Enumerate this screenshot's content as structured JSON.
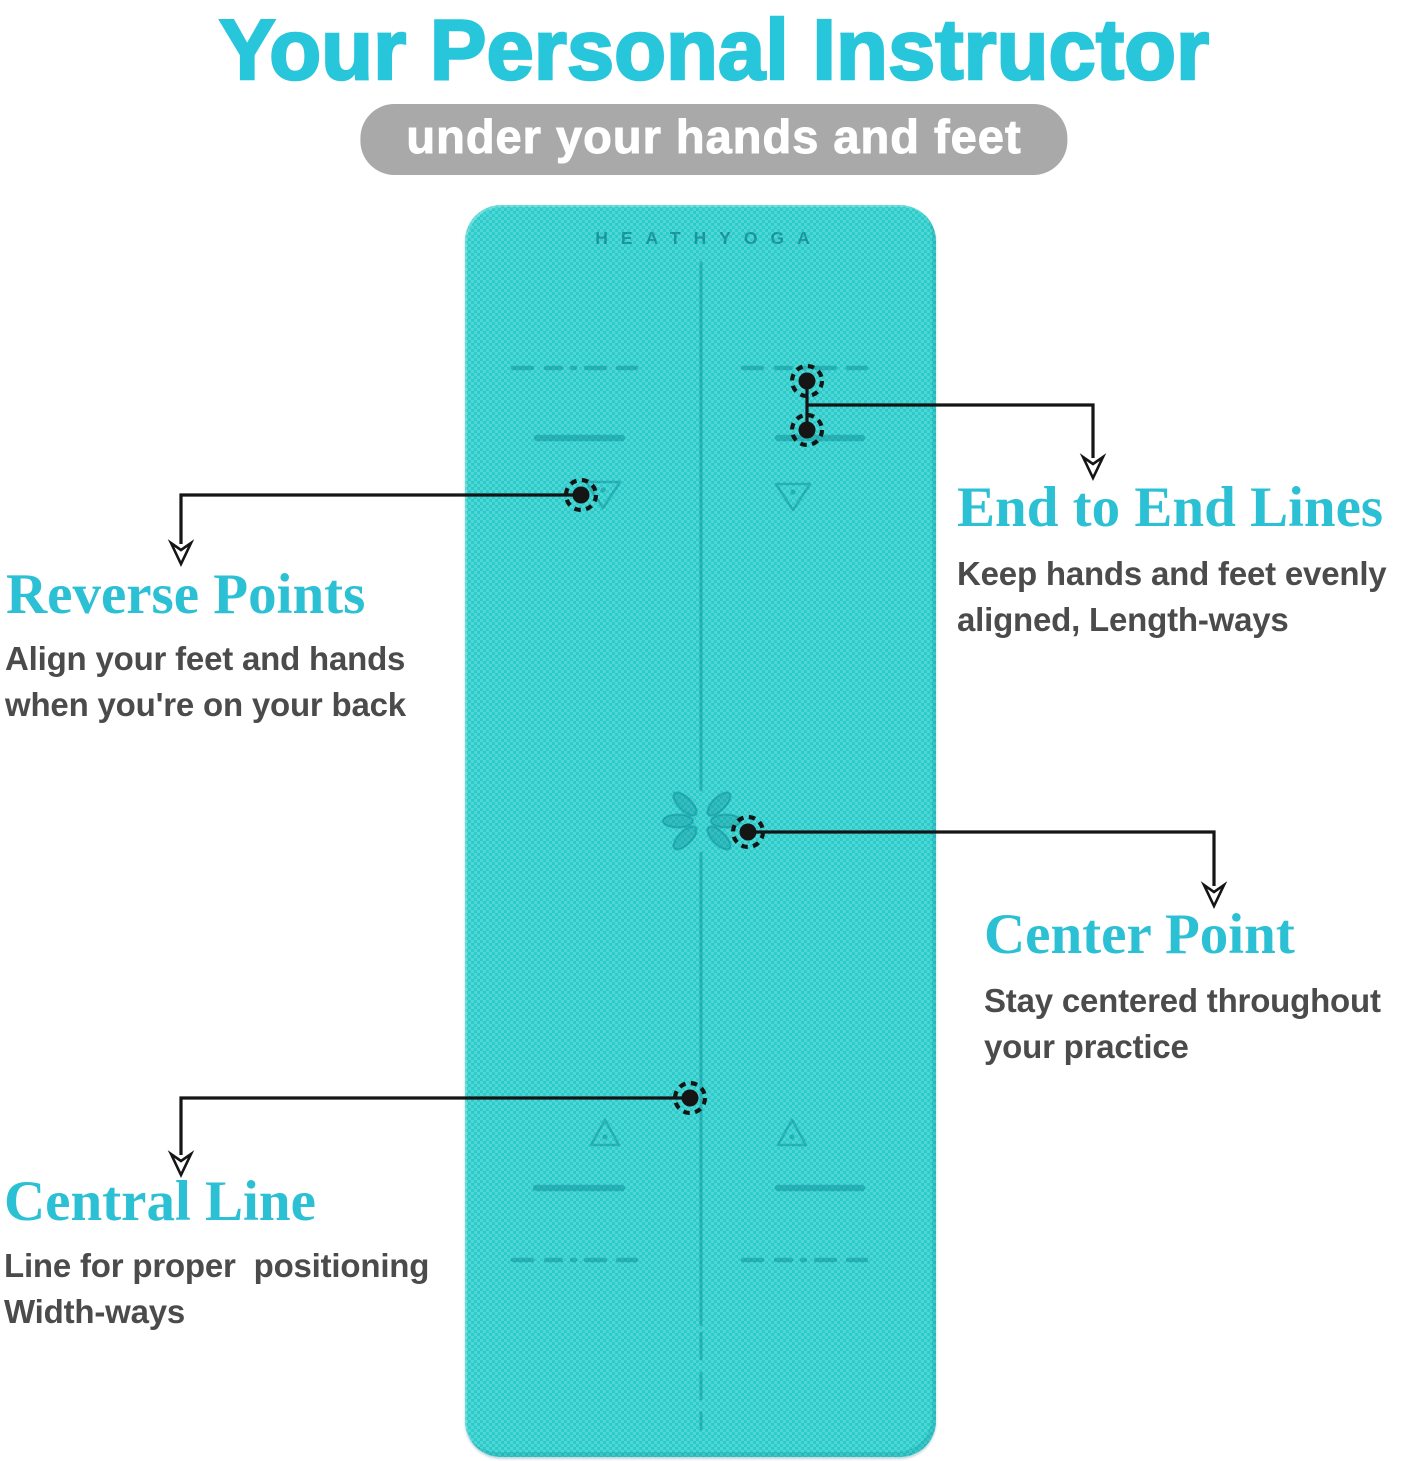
{
  "header": {
    "title": "Your Personal Instructor",
    "subtitle_pill": "under your hands and feet"
  },
  "mat": {
    "brand": "HEATHYOGA"
  },
  "callouts": {
    "reverse_points": {
      "heading": "Reverse Points",
      "body": "Align your feet and hands\nwhen you're on your back"
    },
    "end_to_end_lines": {
      "heading": "End to End Lines",
      "body": "Keep hands and feet evenly\naligned, Length-ways"
    },
    "center_point": {
      "heading": "Center Point",
      "body": "Stay centered throughout\nyour practice"
    },
    "central_line": {
      "heading": "Central Line",
      "body": "Line for proper  positioning\nWidth-ways"
    }
  },
  "colors": {
    "title_cyan": "#28c6da",
    "heading_cyan": "#2bc0d4",
    "body_gray": "#4b4b4b",
    "pill_gray": "#a9a9a9",
    "mat_teal": "#2dcfcc",
    "mat_marking_teal": "#07808f",
    "callout_black": "#151515"
  }
}
